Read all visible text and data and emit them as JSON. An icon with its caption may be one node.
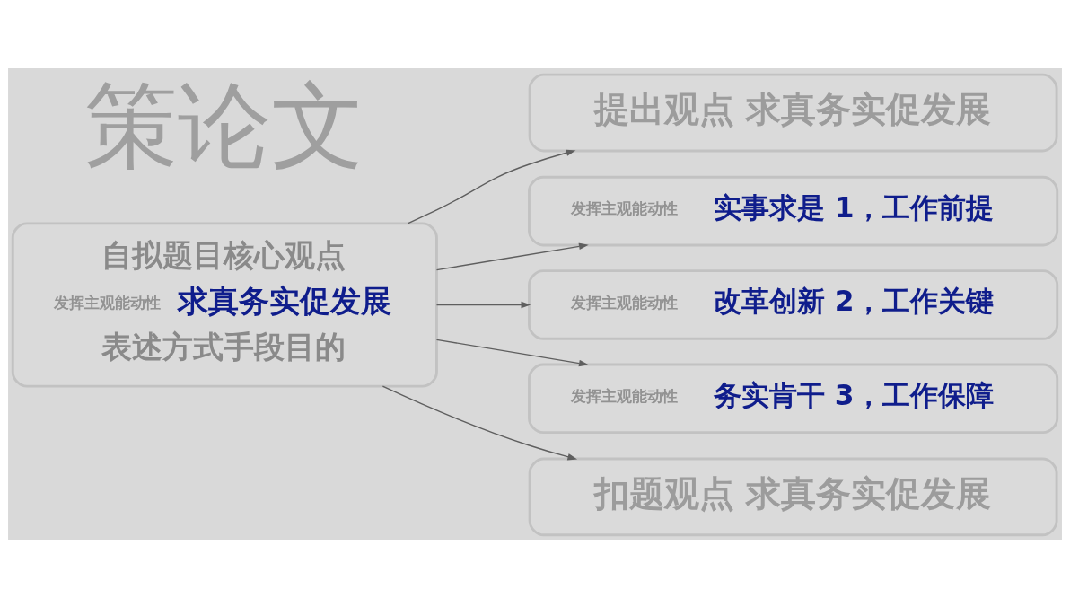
{
  "diagram": {
    "nodes": [
      {
        "text": [
          "自拟题目核心观点",
          "发挥主观能动性",
          "求真务实促发展",
          "表述方式手段目的"
        ]
      },
      {
        "text": [
          "提出观点 求真务实促发展"
        ]
      },
      {
        "text": [
          "发挥主观能动性",
          "实事求是 1，工作前提"
        ]
      },
      {
        "text": [
          "发挥主观能动性",
          "改革创新 2，工作关键"
        ]
      },
      {
        "text": [
          "发挥主观能动性",
          "务实肯干 3，工作保障"
        ]
      },
      {
        "text": [
          "扣题观点 求真务实促发展"
        ]
      }
    ],
    "edges": [
      {
        "from": 0,
        "to": 1,
        "arrow": "to"
      },
      {
        "from": 0,
        "to": 2,
        "arrow": "to"
      },
      {
        "from": 0,
        "to": 3,
        "arrow": "to"
      },
      {
        "from": 0,
        "to": 4,
        "arrow": "to"
      },
      {
        "from": 0,
        "to": 5,
        "arrow": "to"
      }
    ],
    "labels": [
      "策论文"
    ]
  }
}
